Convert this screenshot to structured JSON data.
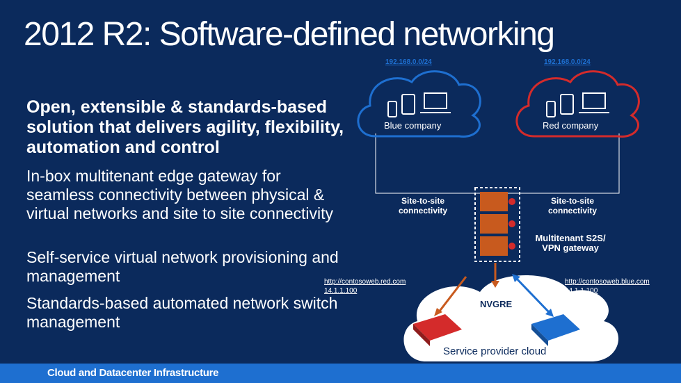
{
  "title": "2012 R2: Software-defined networking",
  "heading": "Open, extensible & standards-based solution that delivers agility, flexibility, automation and control",
  "bullets": [
    "In-box multitenant edge gateway for seamless connectivity between physical & virtual networks and site to site connectivity",
    "Self-service virtual network provisioning and management",
    "Standards-based automated network switch management"
  ],
  "diagram": {
    "blue_cloud": {
      "subnet": "192.168.0.0/24",
      "label": "Blue company",
      "color": "#1e6fd0"
    },
    "red_cloud": {
      "subnet": "192.168.0.0/24",
      "label": "Red company",
      "color": "#d42b2b"
    },
    "site_left": "Site-to-site connectivity",
    "site_right": "Site-to-site connectivity",
    "gateway_label": "Multitenant S2S/ VPN gateway",
    "link_red": {
      "url": "http://contosoweb.red.com",
      "ip": "14.1.1.100"
    },
    "link_blue": {
      "url": "http://contosoweb.blue.com",
      "ip": "14.1.1.100"
    },
    "nvgre": "NVGRE",
    "provider_cloud": "Service provider cloud",
    "icons": [
      "tablet-icon",
      "phone-icon",
      "laptop-icon",
      "server-rack-icon",
      "router-icon"
    ]
  },
  "footer": "Cloud and Datacenter Infrastructure"
}
